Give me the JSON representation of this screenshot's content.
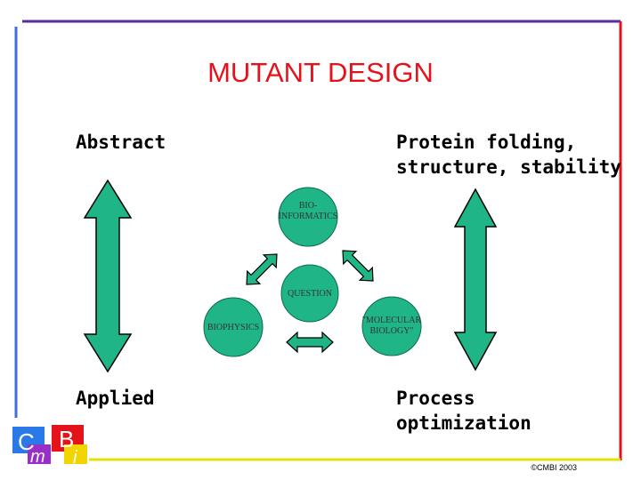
{
  "title": "MUTANT DESIGN",
  "labels": {
    "abstract": "Abstract",
    "protein": "Protein folding,\nstructure, stability",
    "applied": "Applied",
    "process": "Process\noptimization"
  },
  "nodes": {
    "bioinformatics": "BIO-\nINFORMATICS",
    "question": "QUESTION",
    "biophysics": "BIOPHYSICS",
    "molecular_biology": "\"MOLECULAR\nBIOLOGY\""
  },
  "logo": {
    "c": "C",
    "m": "m",
    "b": "B",
    "i": "i"
  },
  "footer": "©CMBI 2003",
  "colors": {
    "title": "#e4131b",
    "node_fill": "#1fb586",
    "frame_top": "#5a2ca0",
    "frame_right": "#e4131b",
    "frame_left": "#3f6fd8",
    "frame_bottom": "#e8e000"
  }
}
